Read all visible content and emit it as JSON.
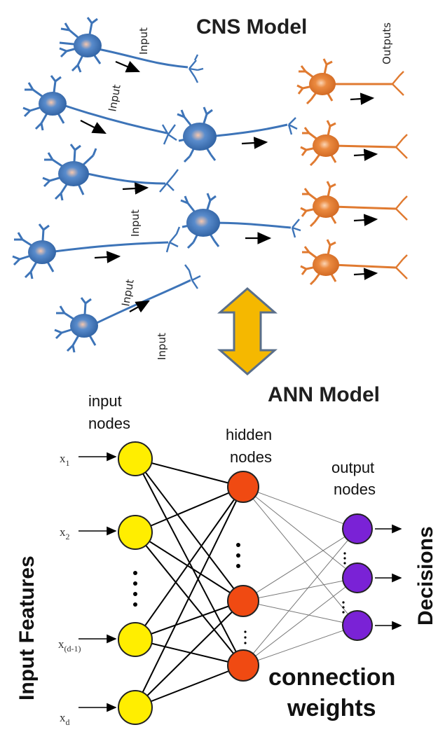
{
  "cns": {
    "title": "CNS Model",
    "outputs_label": "Outputs",
    "input_labels": [
      "Input",
      "Input",
      "Input",
      "Input",
      "Input"
    ],
    "colors": {
      "input_neuron": "#3d74b8",
      "output_neuron": "#e07a30",
      "soma_core": "#f4c1a6"
    }
  },
  "ann": {
    "title": "ANN Model",
    "input_nodes_label": [
      "input",
      "nodes"
    ],
    "hidden_nodes_label": [
      "hidden",
      "nodes"
    ],
    "output_nodes_label": [
      "output",
      "nodes"
    ],
    "input_features_label": "Input Features",
    "decisions_label": "Decisions",
    "connection_weights_label": [
      "connection",
      "weights"
    ],
    "inputs": [
      {
        "base": "x",
        "sub": "1"
      },
      {
        "base": "x",
        "sub": "2"
      },
      {
        "base": "x",
        "sub": "(d-1)"
      },
      {
        "base": "x",
        "sub": "d"
      }
    ],
    "colors": {
      "input_node": "#ffee00",
      "hidden_node": "#f04a12",
      "output_node": "#7a22d6",
      "arrow": "#f5b800"
    }
  }
}
